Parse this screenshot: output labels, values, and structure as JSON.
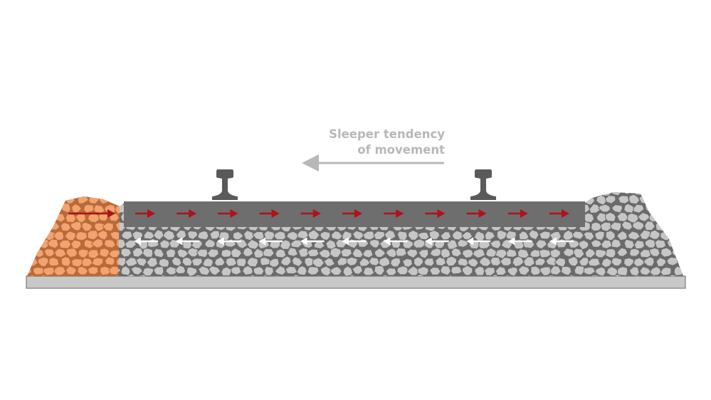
{
  "annotation": {
    "line1": "Sleeper tendency",
    "line2": "of movement"
  },
  "colors": {
    "background": "#ffffff",
    "caption": "#b8b8b8",
    "direction_arrow": "#b8b8b8",
    "ballast_fill": "#c6c6c6",
    "ballast_stroke": "#6a6a6a",
    "shoulder_ballast_fill": "#f2a36e",
    "shoulder_ballast_stroke": "#b86a3a",
    "sleeper": "#6e6e6e",
    "rail": "#5a5a5a",
    "base_plate_fill": "#c8c8c8",
    "base_plate_stroke": "#7a7a7a",
    "force_arrow_red": "#b0111a",
    "reaction_arrow_white": "#ffffff"
  },
  "icons": {
    "rail_profile": "rail-icon",
    "force_arrow": "arrow-right-icon",
    "reaction_arrow": "arrow-left-icon",
    "movement_arrow": "arrow-left-icon"
  },
  "counts": {
    "red_force_arrows": 12,
    "white_reaction_arrows": 11,
    "rails": 2
  }
}
